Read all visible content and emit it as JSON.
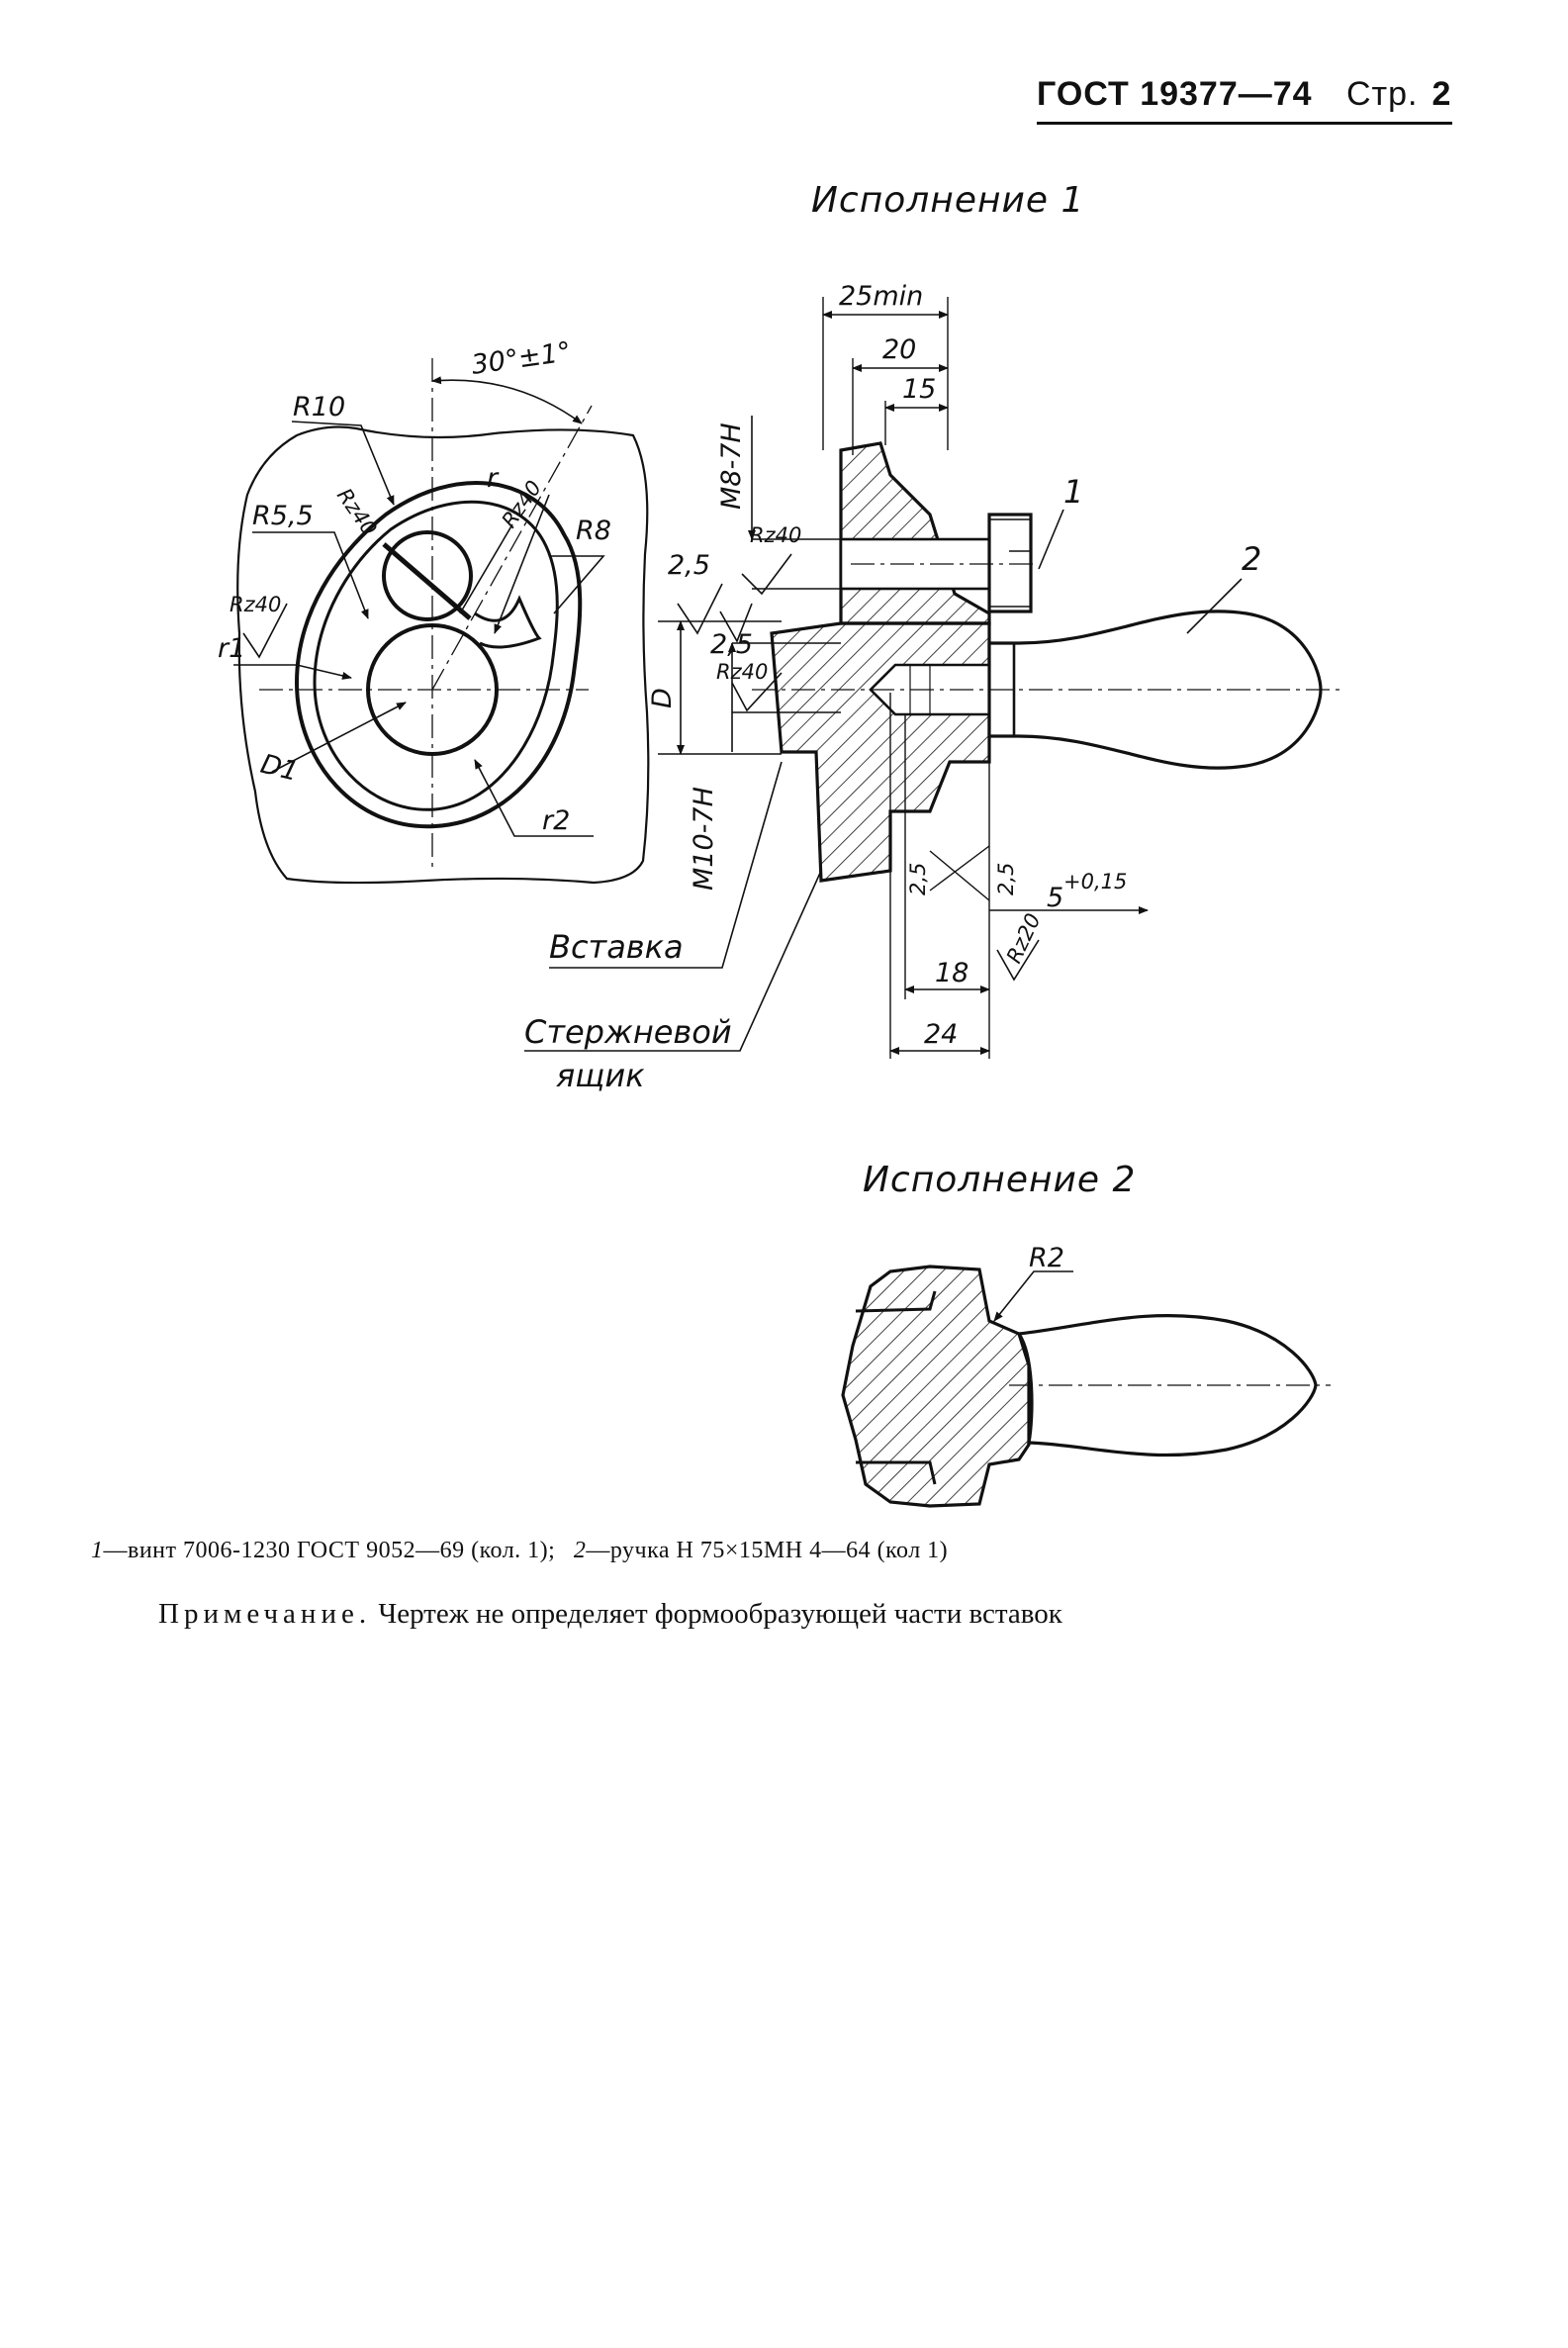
{
  "header": {
    "standard": "ГОСТ 19377—74",
    "page_label": "Стр.",
    "page_number": "2"
  },
  "variants": {
    "first": "Исполнение 1",
    "second": "Исполнение 2"
  },
  "dimensions": {
    "angle": "30°±1°",
    "r10": "R10",
    "rz40_a": "Rz40",
    "r": "r",
    "rz40_b": "Rz40",
    "r8": "R8",
    "r55": "R5,5",
    "rz40_c": "Rz40",
    "r1": "r1",
    "d1": "D1",
    "r2": "r2",
    "w25min": "25min",
    "w20": "20",
    "w15": "15",
    "m8": "M8-7H",
    "rz40_d": "Rz40",
    "s25a": "2,5",
    "s25b": "2,5",
    "rz40_e": "Rz40",
    "d": "D",
    "m10": "M10-7H",
    "s25c": "2,5",
    "s25d": "2,5",
    "tol5": "5",
    "tol_sup": "+0,15",
    "w18": "18",
    "rz20": "Rz20",
    "w24": "24",
    "r2_small": "R2"
  },
  "callouts": {
    "one": "1",
    "two": "2",
    "insert": "Вставка",
    "core_box_1": "Стержневой",
    "core_box_2": "ящик"
  },
  "legend": {
    "n1": "1",
    "t1": "—винт 7006-1230 ГОСТ 9052—69 (кол. 1);",
    "n2": "2",
    "t2": "—ручка Н 75×15МН 4—64 (кол 1)"
  },
  "note": {
    "label": "Примечание.",
    "text": "Чертеж не определяет формообразующей части вставок"
  }
}
